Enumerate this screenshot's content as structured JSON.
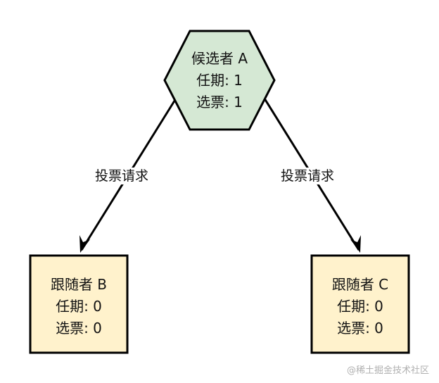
{
  "candidate": {
    "title": "候选者 A",
    "term": "任期: 1",
    "votes": "选票: 1",
    "fill": "#d5e8d4",
    "stroke": "#000000"
  },
  "follower_b": {
    "title": "跟随者 B",
    "term": "任期: 0",
    "votes": "选票: 0",
    "fill": "#fff2cc",
    "stroke": "#000000"
  },
  "follower_c": {
    "title": "跟随者 C",
    "term": "任期: 0",
    "votes": "选票: 0",
    "fill": "#fff2cc",
    "stroke": "#000000"
  },
  "edges": {
    "left_label": "投票请求",
    "right_label": "投票请求"
  },
  "watermark": "@稀土掘金技术社区"
}
